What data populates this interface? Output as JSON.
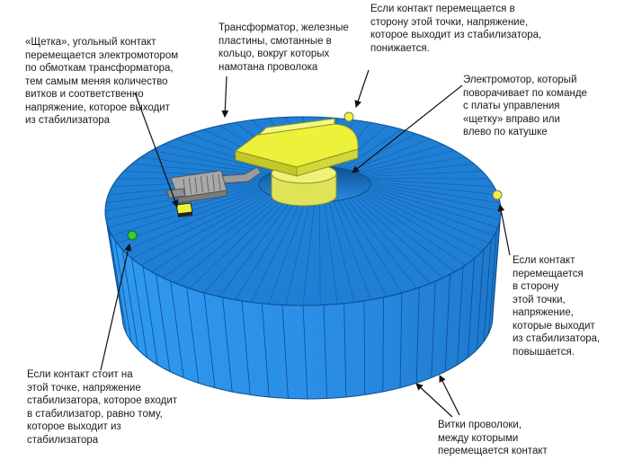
{
  "callouts": {
    "brush": "«Щетка», угольный контакт\nперемещается электромотором\nпо обмоткам трансформатора,\nтем самым меняя количество\nвитков и соответственно\nнапряжение, которое выходит\nиз стабилизатора",
    "transformer": "Трансформатор, железные\nпластины, смотанные в\nкольцо, вокруг которых\nнамотана проволока",
    "voltage_down": "Если контакт перемещается в\nсторону этой точки, напряжение,\nкоторое выходит из стабилизатора,\nпонижается.",
    "motor": "Электромотор, который\nповорачивает по команде\nс платы управления\n«щетку» вправо или\nвлево по катушке",
    "voltage_up": "Если контакт\nперемещается\nв сторону\nэтой точки,\nнапряжение,\nкоторые выходит\nиз стабилизатора,\nповышается.",
    "equal": "Если контакт стоит на\n этой точке, напряжение\nстабилизатора, которое входит\nв стабилизатор, равно тому,\nкоторое выходит из\nстабилизатора",
    "windings": "Витки проволоки,\nмежду которыми\nперемещается контакт"
  },
  "colors": {
    "torus_top": "#1f7fd4",
    "torus_side": "#2a8ee6",
    "winding_line": "#0c4f91",
    "yellow": "#ecf23a",
    "green_dot": "#2fd12f",
    "arrow": "#111111"
  }
}
